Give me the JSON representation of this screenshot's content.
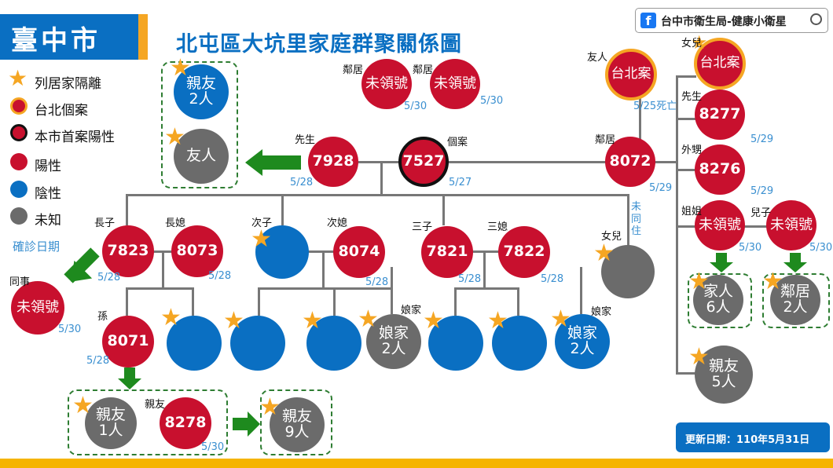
{
  "header": {
    "city": "臺中市",
    "title": "北屯區大坑里家庭群聚關係圖",
    "source": "台中市衛生局-健康小衛星"
  },
  "legend": [
    {
      "label": "列居家隔離"
    },
    {
      "label": "台北個案"
    },
    {
      "label": "本市首案陽性"
    },
    {
      "label": "陽性"
    },
    {
      "label": "陰性"
    },
    {
      "label": "未知"
    },
    {
      "label": "確診日期"
    }
  ],
  "nodes": {
    "n7527": "7527",
    "n7928": "7928",
    "n8072": "8072",
    "n7823": "7823",
    "n8073": "8073",
    "n8074": "8074",
    "n7821": "7821",
    "n7822": "7822",
    "n8071": "8071",
    "n8278": "8278",
    "n8277": "8277",
    "n8276": "8276",
    "taipei": "台北案",
    "unnumbered": "未領號",
    "friends2_line1": "親友",
    "friends2_line2": "2人",
    "friend": "友人",
    "mj_line1": "娘家",
    "mj_line2": "2人",
    "family6_line1": "家人",
    "family6_line2": "6人",
    "neighbor2_line1": "鄰居",
    "neighbor2_line2": "2人",
    "friends5_line1": "親友",
    "friends5_line2": "5人",
    "friends1_line1": "親友",
    "friends1_line2": "1人",
    "friends9_line1": "親友",
    "friends9_line2": "9人"
  },
  "labels": {
    "neighbor": "鄰居",
    "husband": "先生",
    "case": "個案",
    "friend": "友人",
    "daughter": "女兒",
    "nephew": "外甥",
    "sister": "姐姐",
    "son": "兒子",
    "eldest_son": "長子",
    "eldest_dil": "長媳",
    "second_son": "次子",
    "second_dil": "次媳",
    "third_son": "三子",
    "third_dil": "三媳",
    "not_living": "未同住",
    "maternal": "娘家",
    "colleague": "同事",
    "grandson": "孫",
    "relative": "親友"
  },
  "dates": {
    "d530": "5/30",
    "d528": "5/28",
    "d527": "5/27",
    "d529": "5/29",
    "d525": "5/25死亡"
  },
  "footer": {
    "update": "更新日期：110年5月31日"
  },
  "colors": {
    "positive": "#c8102e",
    "negative": "#0a6fc2",
    "unknown": "#6b6b6b",
    "star": "#f5a623",
    "arrow": "#1e8a1e",
    "header_blue": "#0a6fc2"
  }
}
